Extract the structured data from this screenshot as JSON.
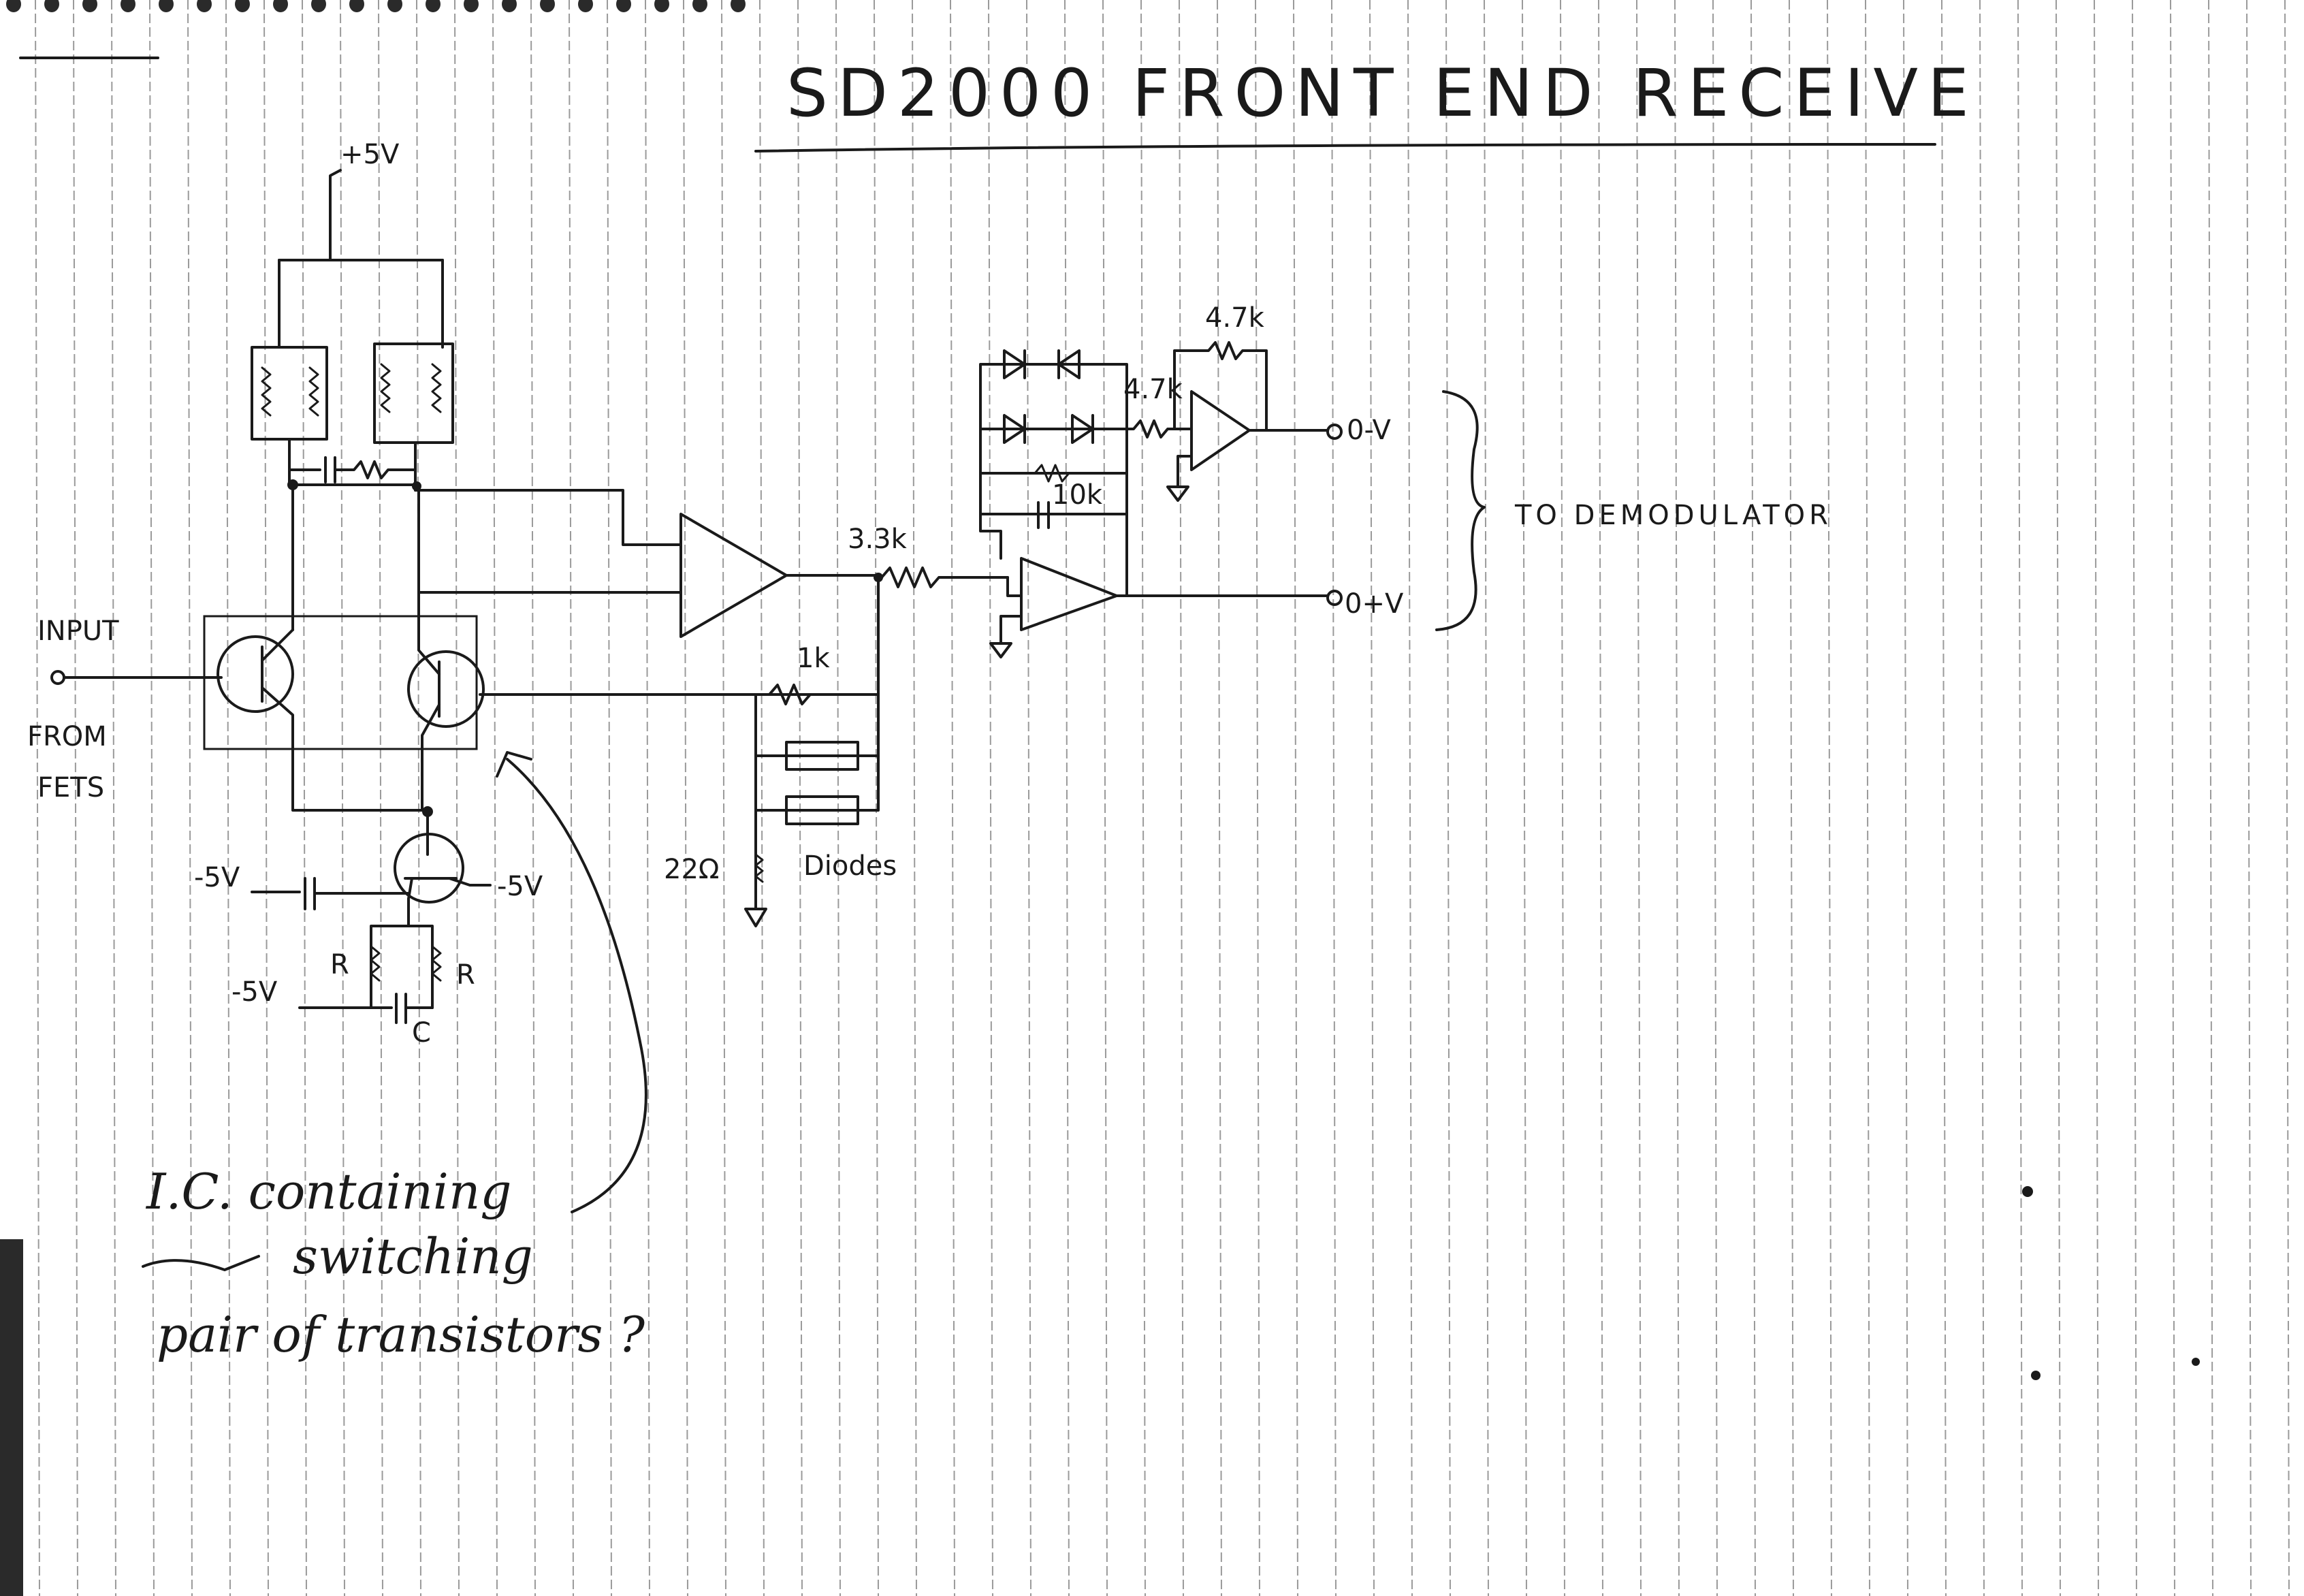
{
  "title": "SD2000 FRONT END RECEIVE",
  "labels": {
    "supply_top": "+5V",
    "input": "INPUT",
    "input_from": "FROM",
    "input_src": "FETS",
    "neg_left": "-5V",
    "neg_right": "-5V",
    "neg_bottom": "-5V",
    "r_left": "R",
    "r_right": "R",
    "cap": "C",
    "r33k": "3.3k",
    "r1k": "1k",
    "r22": "22Ω",
    "diodes": "Diodes",
    "r47k_in": "4.7k",
    "r47k_fb": "4.7k",
    "r10k": "10k",
    "out_neg": "0-V",
    "out_pos": "0+V",
    "to_demod": "TO DEMODULATOR"
  },
  "note": {
    "line1": "I.C. containing",
    "line2": "switching",
    "line3": "pair of transistors ?"
  },
  "colors": {
    "ink": "#1a1a1a",
    "rule_line": "#9a9a9a",
    "paper": "#ffffff"
  }
}
